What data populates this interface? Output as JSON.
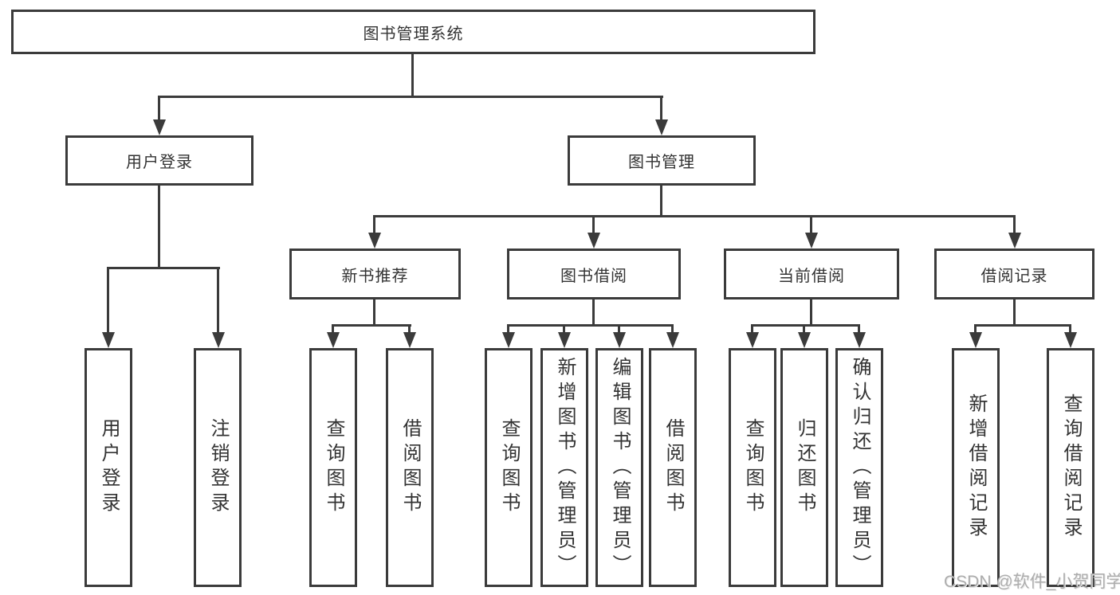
{
  "diagram_title": "图书管理系统",
  "colors": {
    "line": "#3b3b3b",
    "text": "#333333",
    "watermark": "#adadad",
    "background": "#ffffff"
  },
  "nodes": {
    "root": "图书管理系统",
    "user_login": "用户登录",
    "book_mgmt": "图书管理",
    "new_book_rec": "新书推荐",
    "book_borrow": "图书借阅",
    "current_borrow": "当前借阅",
    "borrow_records": "借阅记录",
    "leaf_user_login": "用户登录",
    "leaf_logout": "注销登录",
    "leaf_nb_query": "查询图书",
    "leaf_nb_borrow": "借阅图书",
    "leaf_bb_query": "查询图书",
    "leaf_bb_add": "新增图书（管理员）",
    "leaf_bb_edit": "编辑图书（管理员）",
    "leaf_bb_borrow": "借阅图书",
    "leaf_cb_query": "查询图书",
    "leaf_cb_return": "归还图书",
    "leaf_cb_confirm": "确认归还（管理员）",
    "leaf_br_add": "新增借阅记录",
    "leaf_br_query": "查询借阅记录"
  },
  "watermark": "CSDN @软件_小贺同学"
}
